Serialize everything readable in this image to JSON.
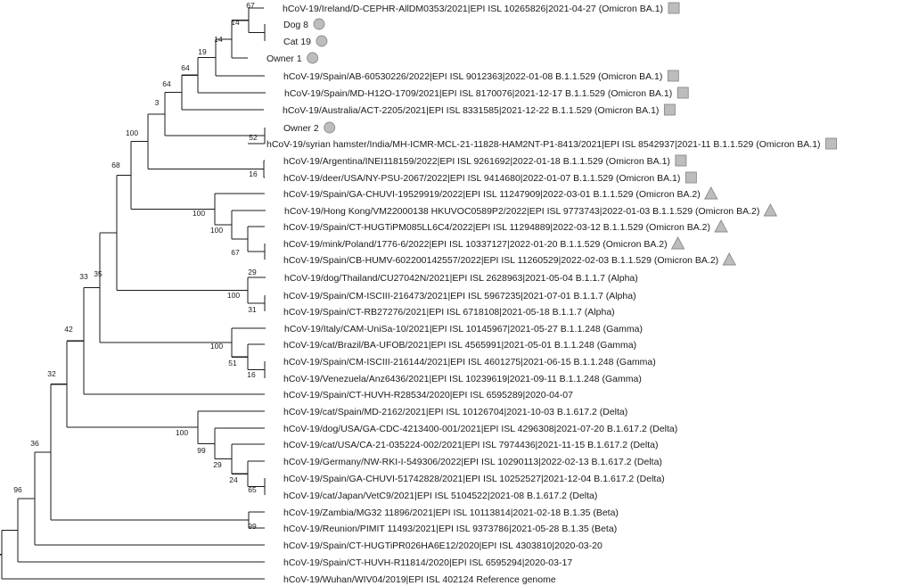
{
  "marker_legend": {
    "circle": "animal or owner sample",
    "square": "Omicron BA.1",
    "triangle": "Omicron BA.2"
  },
  "colors": {
    "branch": "#1a1a1a",
    "marker_fill": "#bdbdbd",
    "marker_stroke": "#8a8a8a"
  },
  "tips": [
    {
      "label": "hCoV-19/Ireland/D-CEPHR-AllDM0353/2021|EPI ISL 10265826|2021-04-27 (Omicron BA.1)",
      "marker": "square"
    },
    {
      "label": "Dog 8",
      "marker": "circle"
    },
    {
      "label": "Cat 19",
      "marker": "circle"
    },
    {
      "label": "Owner 1",
      "marker": "circle"
    },
    {
      "label": "hCoV-19/Spain/AB-60530226/2022|EPI ISL 9012363|2022-01-08 B.1.1.529 (Omicron BA.1)",
      "marker": "square"
    },
    {
      "label": "hCoV-19/Spain/MD-H12O-1709/2021|EPI ISL 8170076|2021-12-17 B.1.1.529 (Omicron BA.1)",
      "marker": "square"
    },
    {
      "label": "hCoV-19/Australia/ACT-2205/2021|EPI ISL 8331585|2021-12-22 B.1.1.529 (Omicron BA.1)",
      "marker": "square"
    },
    {
      "label": "Owner 2",
      "marker": "circle"
    },
    {
      "label": "hCoV-19/syrian hamster/India/MH-ICMR-MCL-21-11828-HAM2NT-P1-8413/2021|EPI ISL 8542937|2021-11 B.1.1.529 (Omicron BA.1)",
      "marker": "square"
    },
    {
      "label": "hCoV-19/Argentina/INEI118159/2022|EPI ISL 9261692|2022-01-18 B.1.1.529 (Omicron BA.1)",
      "marker": "square"
    },
    {
      "label": "hCoV-19/deer/USA/NY-PSU-2067/2022|EPI ISL 9414680|2022-01-07 B.1.1.529 (Omicron BA.1)",
      "marker": "square"
    },
    {
      "label": "hCoV-19/Spain/GA-CHUVI-19529919/2022|EPI ISL 11247909|2022-03-01 B.1.1.529 (Omicron BA.2)",
      "marker": "triangle"
    },
    {
      "label": "hCoV-19/Hong Kong/VM22000138 HKUVOC0589P2/2022|EPI ISL 9773743|2022-01-03 B.1.1.529 (Omicron BA.2)",
      "marker": "triangle"
    },
    {
      "label": "hCoV-19/Spain/CT-HUGTiPM085LL6C4/2022|EPI ISL 11294889|2022-03-12 B.1.1.529 (Omicron BA.2)",
      "marker": "triangle"
    },
    {
      "label": "hCoV-19/mink/Poland/1776-6/2022|EPI ISL 10337127|2022-01-20 B.1.1.529 (Omicron BA.2)",
      "marker": "triangle"
    },
    {
      "label": "hCoV-19/Spain/CB-HUMV-602200142557/2022|EPI ISL 11260529|2022-02-03 B.1.1.529 (Omicron BA.2)",
      "marker": "triangle"
    },
    {
      "label": "hCoV-19/dog/Thailand/CU27042N/2021|EPI ISL 2628963|2021-05-04 B.1.1.7 (Alpha)",
      "marker": "none"
    },
    {
      "label": "hCoV-19/Spain/CM-ISCIII-216473/2021|EPI ISL 5967235|2021-07-01 B.1.1.7 (Alpha)",
      "marker": "none"
    },
    {
      "label": "hCoV-19/Spain/CT-RB27276/2021|EPI ISL 6718108|2021-05-18 B.1.1.7 (Alpha)",
      "marker": "none"
    },
    {
      "label": "hCoV-19/Italy/CAM-UniSa-10/2021|EPI ISL 10145967|2021-05-27 B.1.1.248 (Gamma)",
      "marker": "none"
    },
    {
      "label": "hCoV-19/cat/Brazil/BA-UFOB/2021|EPI ISL 4565991|2021-05-01 B.1.1.248 (Gamma)",
      "marker": "none"
    },
    {
      "label": "hCoV-19/Spain/CM-ISCIII-216144/2021|EPI ISL 4601275|2021-06-15 B.1.1.248 (Gamma)",
      "marker": "none"
    },
    {
      "label": "hCoV-19/Venezuela/Anz6436/2021|EPI ISL 10239619|2021-09-11 B.1.1.248 (Gamma)",
      "marker": "none"
    },
    {
      "label": "hCoV-19/Spain/CT-HUVH-R28534/2020|EPI ISL 6595289|2020-04-07",
      "marker": "none"
    },
    {
      "label": "hCoV-19/cat/Spain/MD-2162/2021|EPI ISL 10126704|2021-10-03 B.1.617.2 (Delta)",
      "marker": "none"
    },
    {
      "label": "hCoV-19/dog/USA/GA-CDC-4213400-001/2021|EPI ISL 4296308|2021-07-20 B.1.617.2 (Delta)",
      "marker": "none"
    },
    {
      "label": "hCoV-19/cat/USA/CA-21-035224-002/2021|EPI ISL 7974436|2021-11-15 B.1.617.2 (Delta)",
      "marker": "none"
    },
    {
      "label": "hCoV-19/Germany/NW-RKI-I-549306/2022|EPI ISL 10290113|2022-02-13 B.1.617.2 (Delta)",
      "marker": "none"
    },
    {
      "label": "hCoV-19/Spain/GA-CHUVI-51742828/2021|EPI ISL 10252527|2021-12-04 B.1.617.2 (Delta)",
      "marker": "none"
    },
    {
      "label": "hCoV-19/cat/Japan/VetC9/2021|EPI ISL 5104522|2021-08 B.1.617.2 (Delta)",
      "marker": "none"
    },
    {
      "label": "hCoV-19/Zambia/MG32 11896/2021|EPI ISL 10113814|2021-02-18 B.1.35 (Beta)",
      "marker": "none"
    },
    {
      "label": "hCoV-19/Reunion/PIMIT 11493/2021|EPI ISL 9373786|2021-05-28 B.1.35 (Beta)",
      "marker": "none"
    },
    {
      "label": "hCoV-19/Spain/CT-HUGTiPR026HA6E12/2020|EPI ISL 4303810|2020-03-20",
      "marker": "none"
    },
    {
      "label": "hCoV-19/Spain/CT-HUVH-R11814/2020|EPI ISL 6595294|2020-03-17",
      "marker": "none"
    },
    {
      "label": "hCoV-19/Wuhan/WIV04/2019|EPI ISL 402124 Reference genome",
      "marker": "none"
    }
  ],
  "support_values": [
    "67",
    "14",
    "14",
    "19",
    "64",
    "64",
    "3",
    "52",
    "100",
    "16",
    "100",
    "100",
    "67",
    "29",
    "68",
    "35",
    "100",
    "31",
    "33",
    "100",
    "51",
    "16",
    "42",
    "100",
    "99",
    "29",
    "24",
    "65",
    "32",
    "99",
    "36",
    "96"
  ]
}
